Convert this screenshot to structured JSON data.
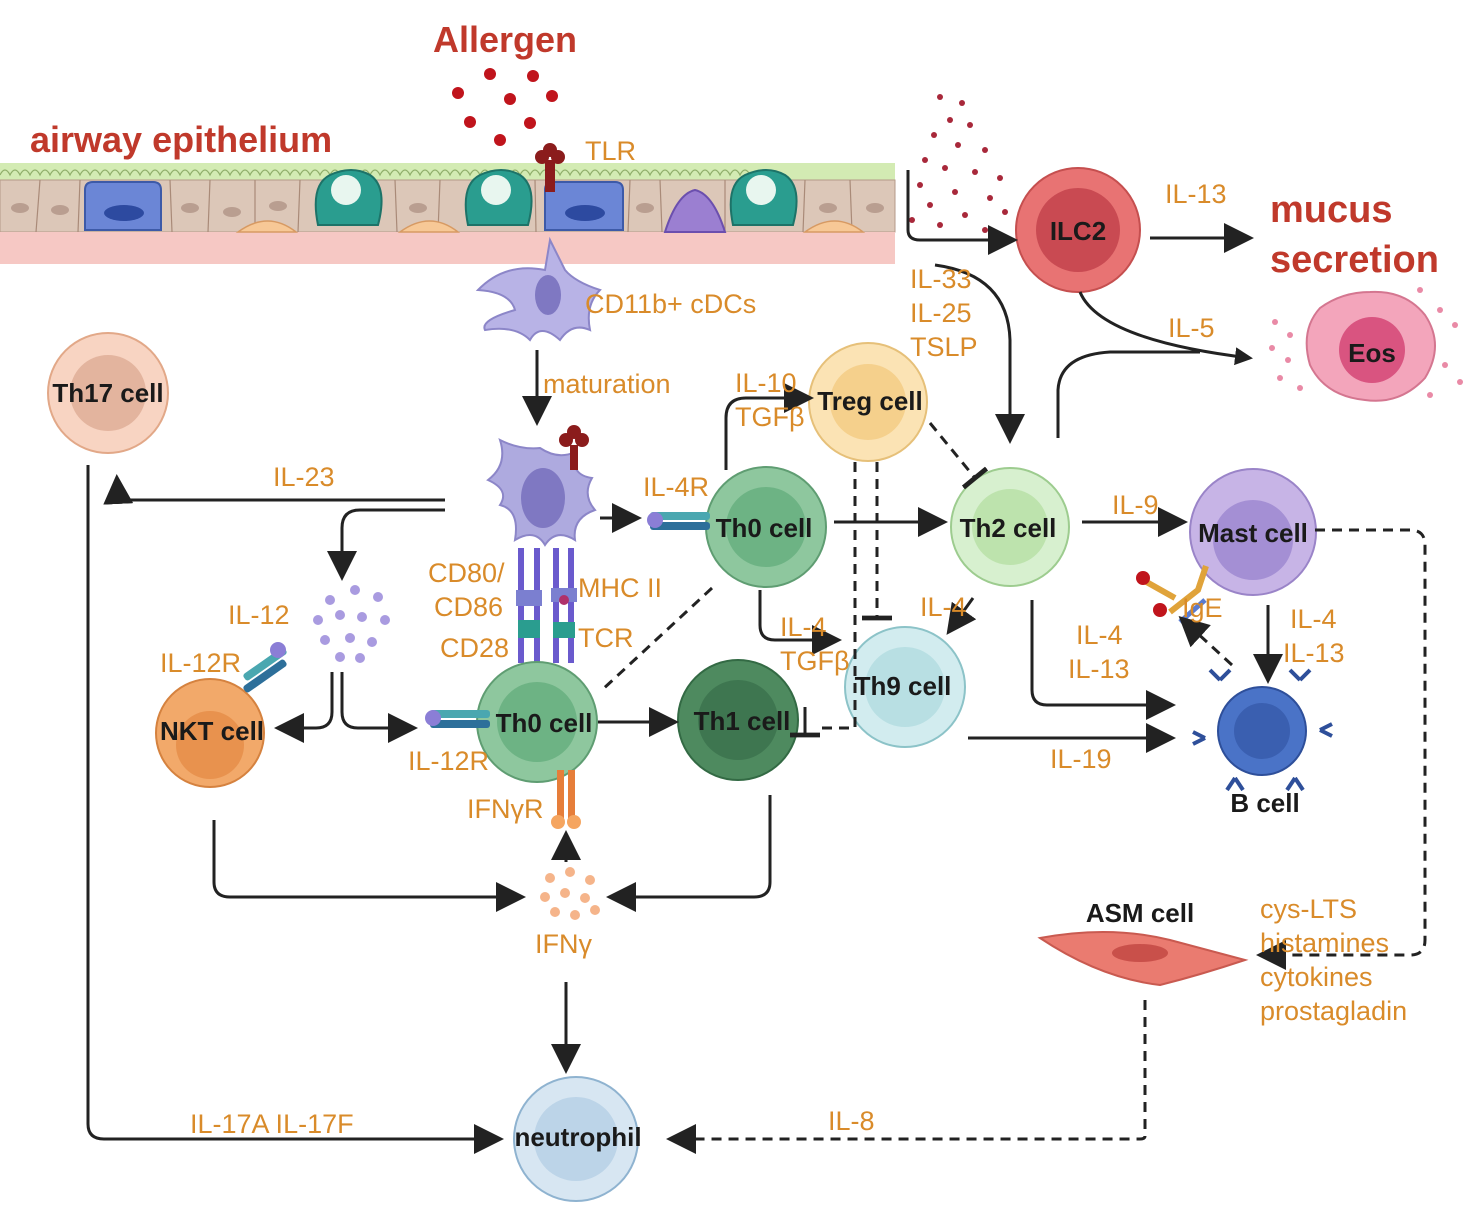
{
  "titles": {
    "allergen": "Allergen",
    "airway_epithelium": "airway epithelium",
    "mucus_line1": "mucus",
    "mucus_line2": "secretion"
  },
  "cells": {
    "ilc2": "ILC2",
    "eos": "Eos",
    "th17": "Th17 cell",
    "treg": "Treg cell",
    "th0_upper": "Th0 cell",
    "th2": "Th2 cell",
    "mast": "Mast cell",
    "nkt": "NKT cell",
    "th0_lower": "Th0 cell",
    "th1": "Th1 cell",
    "th9": "Th9 cell",
    "bcell": "B cell",
    "asm": "ASM cell",
    "neutrophil": "neutrophil"
  },
  "labels": {
    "tlr": "TLR",
    "cd11b": "CD11b+ cDCs",
    "maturation": "maturation",
    "il13_top": "IL-13",
    "il5": "IL-5",
    "il33": "IL-33",
    "il25": "IL-25",
    "tslp": "TSLP",
    "il10": "IL-10",
    "tgfb_top": "TGFβ",
    "il23": "IL-23",
    "il4r": "IL-4R",
    "il9": "IL-9",
    "cd80": "CD80/",
    "cd86": "CD86",
    "mhc2": "MHC II",
    "cd28": "CD28",
    "tcr": "TCR",
    "il12": "IL-12",
    "il12r_left": "IL-12R",
    "il12r_bottom": "IL-12R",
    "ifngr": "IFNγR",
    "il4_mid": "IL-4",
    "tgfb_mid": "TGFβ",
    "il4_th9": "IL-4",
    "il4_b": "IL-4",
    "il13_b": "IL-13",
    "il4_mast": "IL-4",
    "il13_mast": "IL-13",
    "ige": "IgE",
    "il19": "IL-19",
    "ifng": "IFNγ",
    "cys_lts": "cys-LTS",
    "histamines": "histamines",
    "cytokines": "cytokines",
    "prostagladin": "prostagladin",
    "il17": "IL-17A IL-17F",
    "il8": "IL-8"
  },
  "colors": {
    "label_orange": "#d98b2a",
    "title_red": "#c0392b",
    "epithelium_green": "#c9e7a8",
    "epithelium_tan": "#d9c6b6",
    "basement_pink": "#f5c6c3"
  }
}
